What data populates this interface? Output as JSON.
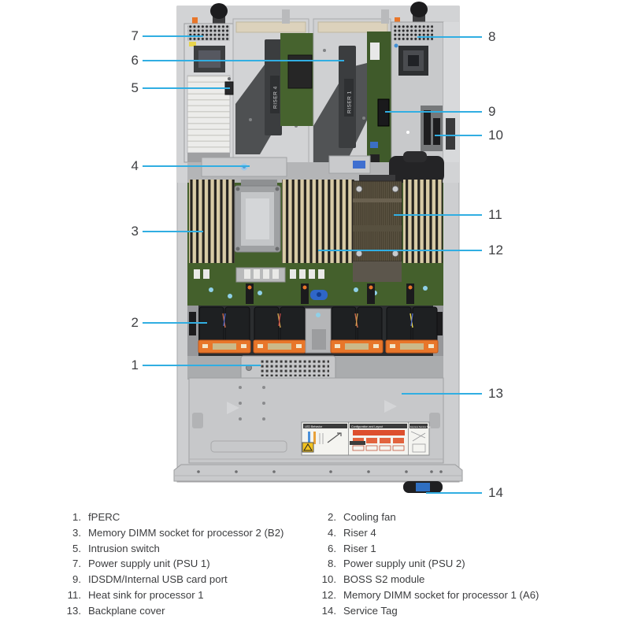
{
  "figure": {
    "riser_labels": {
      "riser4": "RISER 4",
      "riser1": "RISER 1"
    },
    "sticker": {
      "panel1_title": "LED Behavior",
      "panel2_title": "Configuration and Layout",
      "panel3_title": "Express Service Tag"
    },
    "colors": {
      "leader_line": "#31AEE2",
      "callout_number": "#3F4043",
      "fan_handle_orange": "#E8762A",
      "motherboard_green": "#44602C",
      "dimm_slot_tan": "#D8CBA6",
      "chassis_gray": "#C9CACC",
      "shroud_dark_gray": "#4E5052",
      "service_tag_blue": "#2F6FC2"
    }
  },
  "callouts": {
    "left": [
      {
        "num": "7"
      },
      {
        "num": "6"
      },
      {
        "num": "5"
      },
      {
        "num": "4"
      },
      {
        "num": "3"
      },
      {
        "num": "2"
      },
      {
        "num": "1"
      }
    ],
    "right": [
      {
        "num": "8"
      },
      {
        "num": "9"
      },
      {
        "num": "10"
      },
      {
        "num": "11"
      },
      {
        "num": "12"
      },
      {
        "num": "13"
      },
      {
        "num": "14"
      }
    ]
  },
  "legend": {
    "left_column": [
      {
        "num": "1.",
        "label": "fPERC"
      },
      {
        "num": "3.",
        "label": "Memory DIMM socket for processor 2 (B2)"
      },
      {
        "num": "5.",
        "label": "Intrusion switch"
      },
      {
        "num": "7.",
        "label": "Power supply unit (PSU 1)"
      },
      {
        "num": "9.",
        "label": "IDSDM/Internal USB card port"
      },
      {
        "num": "11.",
        "label": "Heat sink for processor 1"
      },
      {
        "num": "13.",
        "label": "Backplane cover"
      }
    ],
    "right_column": [
      {
        "num": "2.",
        "label": "Cooling fan"
      },
      {
        "num": "4.",
        "label": "Riser 4"
      },
      {
        "num": "6.",
        "label": "Riser 1"
      },
      {
        "num": "8.",
        "label": "Power supply unit (PSU 2)"
      },
      {
        "num": "10.",
        "label": "BOSS S2 module"
      },
      {
        "num": "12.",
        "label": "Memory DIMM socket for processor 1 (A6)"
      },
      {
        "num": "14.",
        "label": "Service Tag"
      }
    ]
  }
}
